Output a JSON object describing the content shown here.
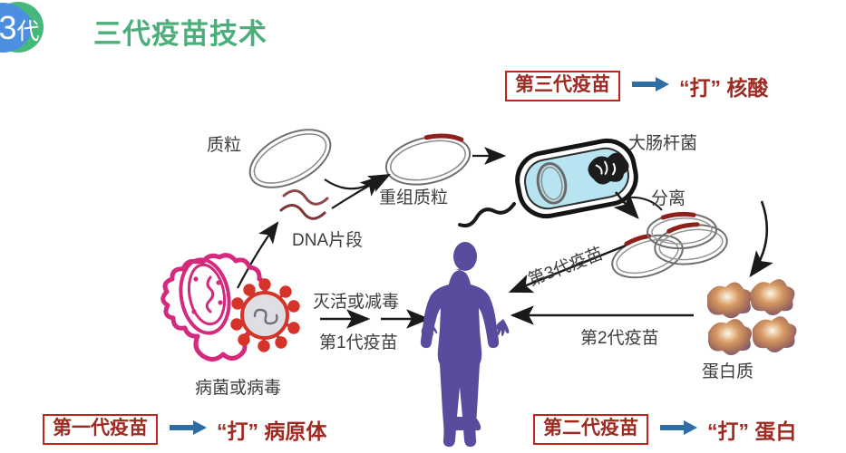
{
  "header": {
    "badge_number": "3",
    "badge_unit": "代",
    "title": "三代疫苗技术",
    "badge_color_green": "#45b97c",
    "badge_color_blue": "#4c8fe0",
    "title_color": "#4caf7b"
  },
  "callouts": [
    {
      "id": "gen3",
      "box_label": "第三代疫苗",
      "arrow": "right-arrow-icon",
      "target_label": "“打” 核酸",
      "box_border_color": "#c4231c",
      "text_color": "#9e2a22",
      "arrow_color": "#2f6ea5"
    },
    {
      "id": "gen1",
      "box_label": "第一代疫苗",
      "arrow": "right-arrow-icon",
      "target_label": "“打” 病原体",
      "box_border_color": "#c4231c",
      "text_color": "#9e2a22",
      "arrow_color": "#2f6ea5"
    },
    {
      "id": "gen2",
      "box_label": "第二代疫苗",
      "arrow": "right-arrow-icon",
      "target_label": "“打” 蛋白",
      "box_border_color": "#c4231c",
      "text_color": "#9e2a22",
      "arrow_color": "#2f6ea5"
    }
  ],
  "diagram": {
    "labels": {
      "plasmid": "质粒",
      "dna_fragment": "DNA片段",
      "recombinant_plasmid": "重组质粒",
      "ecoli": "大肠杆菌",
      "separation": "分离",
      "pathogen": "病菌或病毒",
      "inactivate": "灭活或减毒",
      "vaccine_gen1": "第1代疫苗",
      "vaccine_gen2": "第2代疫苗",
      "vaccine_gen3": "第3代疫苗",
      "protein": "蛋白质"
    },
    "colors": {
      "bacterium": "#d42a7d",
      "virus": "#d6342a",
      "virus_core": "#dedee4",
      "ecoli_fill": "#b7e4f0",
      "ecoli_outline": "#151515",
      "human": "#5b4b9e",
      "plasmid_line": "#6a6a6a",
      "insert_dna": "#8e201c",
      "protein_body": "#c98a5d",
      "label_text": "#3d3d3d",
      "arrow": "#1a1a1a"
    }
  }
}
